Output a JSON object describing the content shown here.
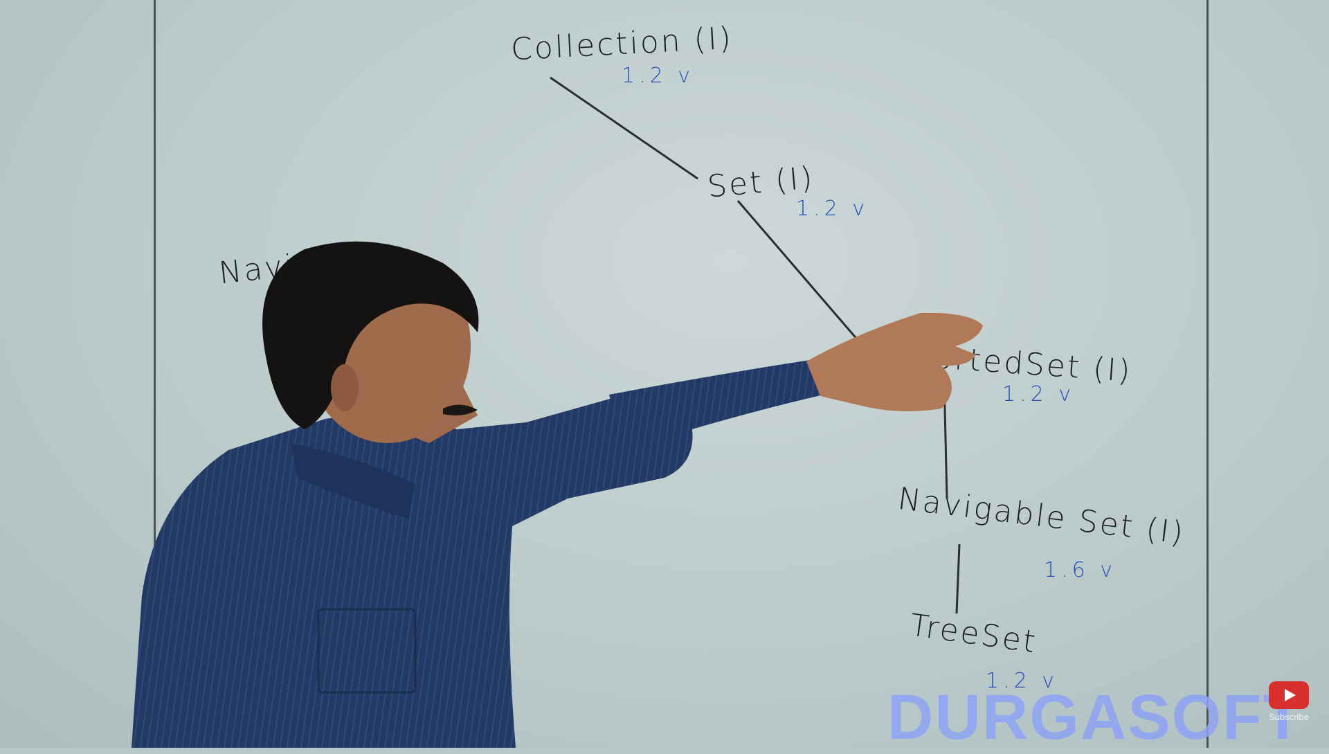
{
  "whiteboard": {
    "collection": {
      "name": "Collection (I)",
      "version": "1.2 v"
    },
    "set": {
      "name": "Set (I)",
      "version": "1.2 v"
    },
    "sorted_set": {
      "name": "SortedSet (I)",
      "version": "1.2 v"
    },
    "navigable_set": {
      "name": "Navigable Set (I)",
      "version": "1.6 v"
    },
    "tree_set": {
      "name": "TreeSet",
      "version": "1.2 v"
    },
    "partial_left": "Navi (I)"
  },
  "watermark": {
    "text": "DURGASOFT"
  },
  "subscribe": {
    "label": "Subscribe",
    "icon": "play-icon"
  },
  "colors": {
    "board": "#c4d0d0",
    "marker_black": "#1c1f22",
    "marker_blue": "#2b4fb6",
    "watermark": "#8fa3f5",
    "shirt": "#243a63"
  }
}
